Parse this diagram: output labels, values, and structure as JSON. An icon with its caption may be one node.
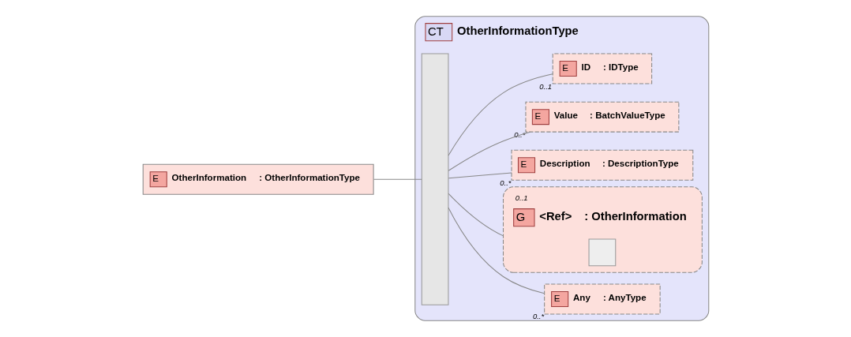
{
  "diagram": {
    "nodes": [
      {
        "text": [
          "E",
          "OtherInformation",
          ": OtherInformationType"
        ]
      },
      {
        "text": [
          "CT",
          "OtherInformationType"
        ]
      },
      {
        "text": [],
        "shape": "bar",
        "in": 1
      },
      {
        "text": [
          "E",
          "ID",
          ": IDType"
        ],
        "beside": [
          "0..1"
        ],
        "in": 1
      },
      {
        "text": [
          "E",
          "Value",
          ": BatchValueType"
        ],
        "beside": [
          "0..*"
        ],
        "in": 1
      },
      {
        "text": [
          "E",
          "Description",
          ": DescriptionType"
        ],
        "beside": [
          "0..*"
        ],
        "in": 1
      },
      {
        "text": [
          "G",
          "<Ref>",
          ": OtherInformation"
        ],
        "beside": [
          "0..1"
        ],
        "in": 1
      },
      {
        "text": [],
        "shape": "box",
        "in": 6
      },
      {
        "text": [
          "E",
          "Any",
          ": AnyType"
        ],
        "beside": [
          "0..*"
        ],
        "in": 1
      }
    ],
    "edges": [
      {
        "from": 0,
        "to": 2,
        "arrow": "none"
      },
      {
        "from": 2,
        "to": 3,
        "arrow": "none"
      },
      {
        "from": 2,
        "to": 4,
        "arrow": "none"
      },
      {
        "from": 2,
        "to": 5,
        "arrow": "none"
      },
      {
        "from": 2,
        "to": 6,
        "arrow": "none"
      },
      {
        "from": 2,
        "to": 8,
        "arrow": "none"
      }
    ]
  }
}
